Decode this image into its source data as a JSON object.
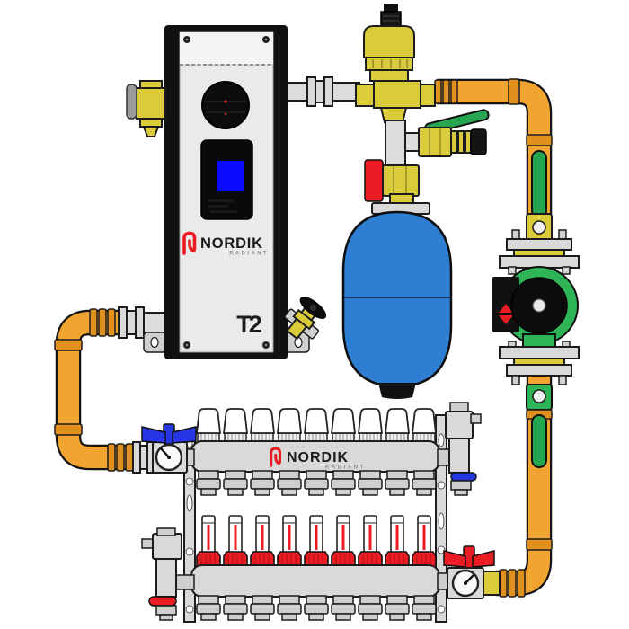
{
  "title": "Nordik Radiant hydronic heating package diagram",
  "background": "#ffffff",
  "colors": {
    "pipe_orange": "#F2A430",
    "pipe_orange_dark": "#E0901C",
    "brass": "#D9CB3A",
    "pump_green": "#2FB457",
    "handle_green": "#27A651",
    "tank_blue": "#2E7FD4",
    "screen_blue": "#0B0BFF",
    "handle_blue": "#2636E3",
    "red": "#EC1C24",
    "metal_gray": "#D9D9D9",
    "panel_gray": "#EAEAEA",
    "black": "#111111"
  },
  "boiler": {
    "brand": "NORDIK",
    "brand_sub": "RADIANT",
    "model": "T2"
  },
  "manifold": {
    "brand": "NORDIK",
    "brand_sub": "RADIANT",
    "circuits": 9
  }
}
